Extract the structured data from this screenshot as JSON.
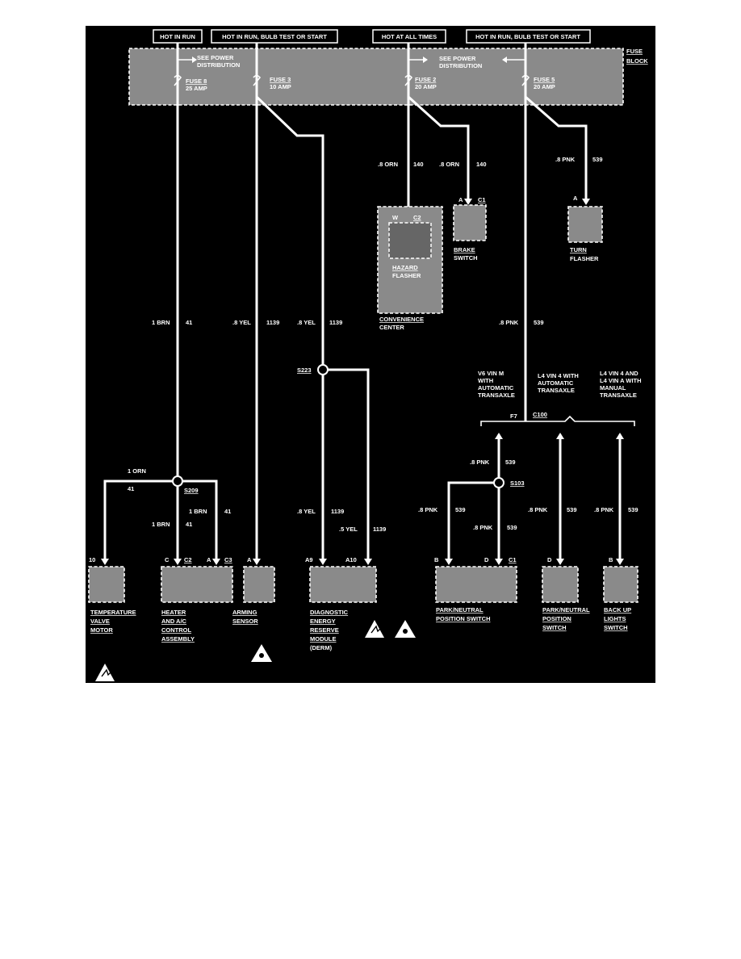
{
  "header_labels": {
    "hot_in_run": "HOT IN RUN",
    "hot_bulb_1": "HOT IN RUN, BULB TEST OR START",
    "hot_all_times": "HOT AT ALL TIMES",
    "hot_bulb_2": "HOT IN RUN, BULB TEST OR START"
  },
  "fuse_block": {
    "label_1": "FUSE",
    "label_2": "BLOCK",
    "see_power_1a": "SEE POWER",
    "see_power_1b": "DISTRIBUTION",
    "see_power_2a": "SEE POWER",
    "see_power_2b": "DISTRIBUTION",
    "fuse8_name": "FUSE 8",
    "fuse8_amp": "25 AMP",
    "fuse3_name": "FUSE 3",
    "fuse3_amp": "10 AMP",
    "fuse2_name": "FUSE 2",
    "fuse2_amp": "20 AMP",
    "fuse5_name": "FUSE 5",
    "fuse5_amp": "20 AMP"
  },
  "wires": {
    "orn_hazard_gauge": ".8 ORN",
    "orn_hazard_circuit": "140",
    "orn_brake_gauge": ".8 ORN",
    "orn_brake_circuit": "140",
    "pnk_turn_gauge": ".8 PNK",
    "pnk_turn_circuit": "539",
    "brn_main_gauge": "1 BRN",
    "brn_main_circuit": "41",
    "yel_arm_gauge": ".8 YEL",
    "yel_arm_circuit": "1139",
    "yel_derm_gauge": ".8 YEL",
    "yel_derm_circuit": "1139",
    "pnk_main_gauge": ".8 PNK",
    "pnk_main_circuit": "539",
    "orn_temp_gauge": "1 ORN",
    "orn_temp_circuit": "41",
    "brn_a_gauge": "1 BRN",
    "brn_a_circuit": "41",
    "brn_c_gauge": "1 BRN",
    "brn_c_circuit": "41",
    "yel_a9_gauge": ".8 YEL",
    "yel_a9_circuit": "1139",
    "yel_a10_gauge": ".5 YEL",
    "yel_a10_circuit": "1139",
    "pnk_s103_gauge": ".8 PNK",
    "pnk_s103_circuit": "539",
    "pnk_b_gauge": ".8 PNK",
    "pnk_b_circuit": "539",
    "pnk_d_gauge": ".8 PNK",
    "pnk_d_circuit": "539",
    "pnk_pnp_gauge": ".8 PNK",
    "pnk_pnp_circuit": "539",
    "pnk_backup_gauge": ".8 PNK",
    "pnk_backup_circuit": "539"
  },
  "splices": {
    "s223": "S223",
    "s209": "S209",
    "s103": "S103"
  },
  "connector": {
    "pin": "F7",
    "name": "C100"
  },
  "variants": {
    "v6_1": "V6 VIN M",
    "v6_2": "WITH",
    "v6_3": "AUTOMATIC",
    "v6_4": "TRANSAXLE",
    "l4a_1": "L4 VIN 4 WITH",
    "l4a_2": "AUTOMATIC",
    "l4a_3": "TRANSAXLE",
    "l4b_1": "L4 VIN 4 AND",
    "l4b_2": "L4 VIN A WITH",
    "l4b_3": "MANUAL",
    "l4b_4": "TRANSAXLE"
  },
  "pins": {
    "hazard_w": "W",
    "hazard_conn": "C2",
    "brake_a": "A",
    "brake_conn": "C1",
    "turn_a": "A",
    "temp_10": "10",
    "hvac_c": "C",
    "hvac_c2": "C2",
    "hvac_a": "A",
    "hvac_c3": "C3",
    "arm_a": "A",
    "derm_a9": "A9",
    "derm_a10": "A10",
    "pnp_b": "B",
    "pnp_d": "D",
    "pnp_c1": "C1",
    "pnp2_d": "D",
    "backup_b": "B"
  },
  "components": {
    "hazard_1": "HAZARD",
    "hazard_2": "FLASHER",
    "convenience_1": "CONVENIENCE",
    "convenience_2": "CENTER",
    "brake_1": "BRAKE",
    "brake_2": "SWITCH",
    "turn_1": "TURN",
    "turn_2": "FLASHER",
    "temp_1": "TEMPERATURE",
    "temp_2": "VALVE",
    "temp_3": "MOTOR",
    "hvac_1": "HEATER",
    "hvac_2": "AND A/C",
    "hvac_3": "CONTROL",
    "hvac_4": "ASSEMBLY",
    "arm_1": "ARMING",
    "arm_2": "SENSOR",
    "derm_1": "DIAGNOSTIC",
    "derm_2": "ENERGY",
    "derm_3": "RESERVE",
    "derm_4": "MODULE",
    "derm_5": "(DERM)",
    "pnp_1": "PARK/NEUTRAL",
    "pnp_2": "POSITION SWITCH",
    "pnp2_1": "PARK/NEUTRAL",
    "pnp2_2": "POSITION",
    "pnp2_3": "SWITCH",
    "backup_1": "BACK UP",
    "backup_2": "LIGHTS",
    "backup_3": "SWITCH"
  }
}
